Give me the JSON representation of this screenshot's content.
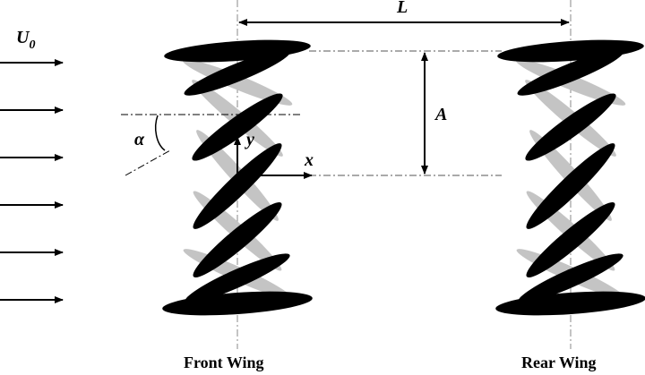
{
  "labels": {
    "freestream": "U",
    "freestream_sub": "0",
    "spacing": "L",
    "amplitude": "A",
    "angle": "α",
    "axis_x": "x",
    "axis_y": "y",
    "front_wing": "Front Wing",
    "rear_wing": "Rear Wing"
  },
  "colors": {
    "foil_dark": "#000000",
    "foil_light": "#c4c4c4",
    "line": "#000000"
  },
  "flow_arrows": 6
}
